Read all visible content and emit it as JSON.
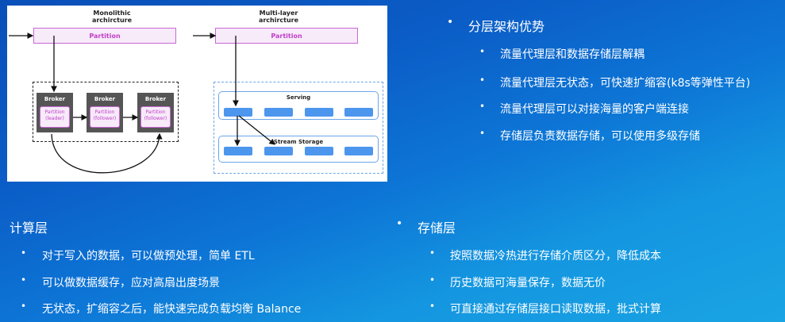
{
  "diagram": {
    "mono_title_l1": "Monolithic",
    "mono_title_l2": "archircture",
    "multi_title_l1": "Multi-layer",
    "multi_title_l2": "archircture",
    "partition": "Partition",
    "broker": "Broker",
    "broker_parts": [
      [
        "Partition",
        "(leader)"
      ],
      [
        "Partition",
        "(follower)"
      ],
      [
        "Partition",
        "(follower)"
      ]
    ],
    "serving": "Serving",
    "stream_storage": "Stream Storage"
  },
  "top_right": {
    "title": "分层架构优势",
    "items": [
      "流量代理层和数据存储层解耦",
      "流量代理层无状态，可快速扩缩容(k8s等弹性平台)",
      "流量代理层可以对接海量的客户端连接",
      "存储层负责数据存储，可以使用多级存储"
    ]
  },
  "bottom_left": {
    "title": "计算层",
    "items": [
      "对于写入的数据，可以做预处理，简单 ETL",
      "可以做数据缓存，应对高扇出度场景",
      "无状态，扩缩容之后，能快速完成负载均衡 Balance"
    ]
  },
  "bottom_right": {
    "title": "存储层",
    "items": [
      "按照数据冷热进行存储介质区分，降低成本",
      "历史数据可海量保存，数据无价",
      "可直接通过存储层接口读取数据，批式计算"
    ]
  },
  "colors": {
    "partition_border": "#c869d4",
    "partition_text": "#c040c8",
    "chip_blue": "#4c96ee",
    "layer_border": "#6ba6e8",
    "broker_bg": "#555555"
  }
}
